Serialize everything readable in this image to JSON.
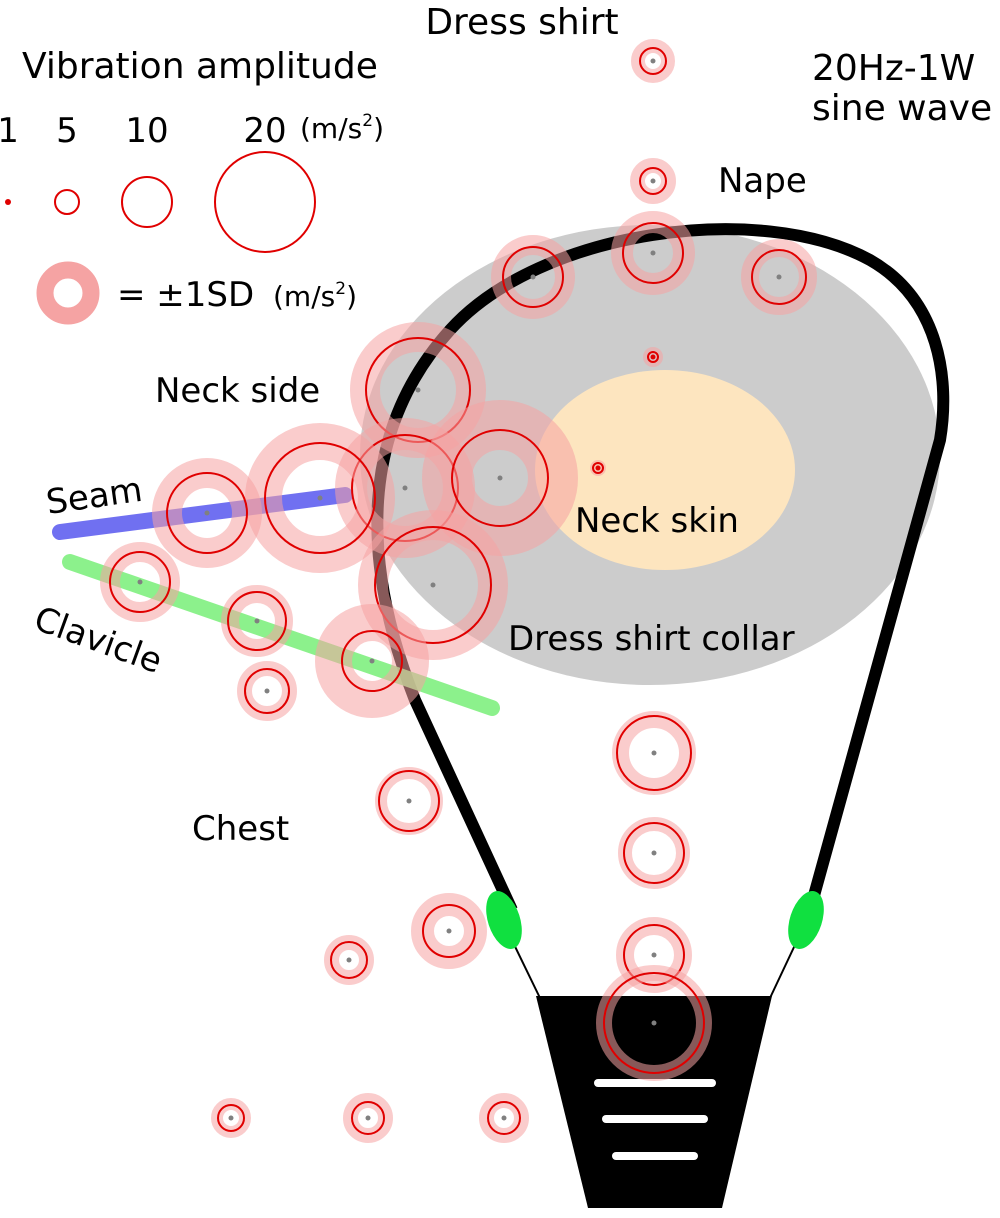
{
  "title": "Dress shirt",
  "condition": [
    "20Hz-1W",
    "sine wave"
  ],
  "legend": {
    "heading": "Vibration amplitude",
    "scale_values": [
      "1",
      "5",
      "10",
      "20"
    ],
    "unit_base": "(m/s",
    "unit_sup": "2",
    "unit_close": ")",
    "sd_label": "= ±1SD",
    "sd_unit_base": "(m/s",
    "sd_unit_sup": "2",
    "sd_unit_close": ")"
  },
  "regions": {
    "nape": "Nape",
    "neck_side": "Neck side",
    "seam": "Seam",
    "clavicle": "Clavicle",
    "neck_skin": "Neck skin",
    "collar": "Dress shirt collar",
    "chest": "Chest"
  },
  "colors": {
    "ring": "#e00000",
    "sd_halo": "#f5a3a3",
    "point": "#808080",
    "collar_fill": "#cccccc",
    "neck_skin_fill": "#fde5bf",
    "seam_line": "#6060f0",
    "clavicle_line": "#80f080",
    "device_body": "#000000",
    "clip": "#10e040"
  }
}
